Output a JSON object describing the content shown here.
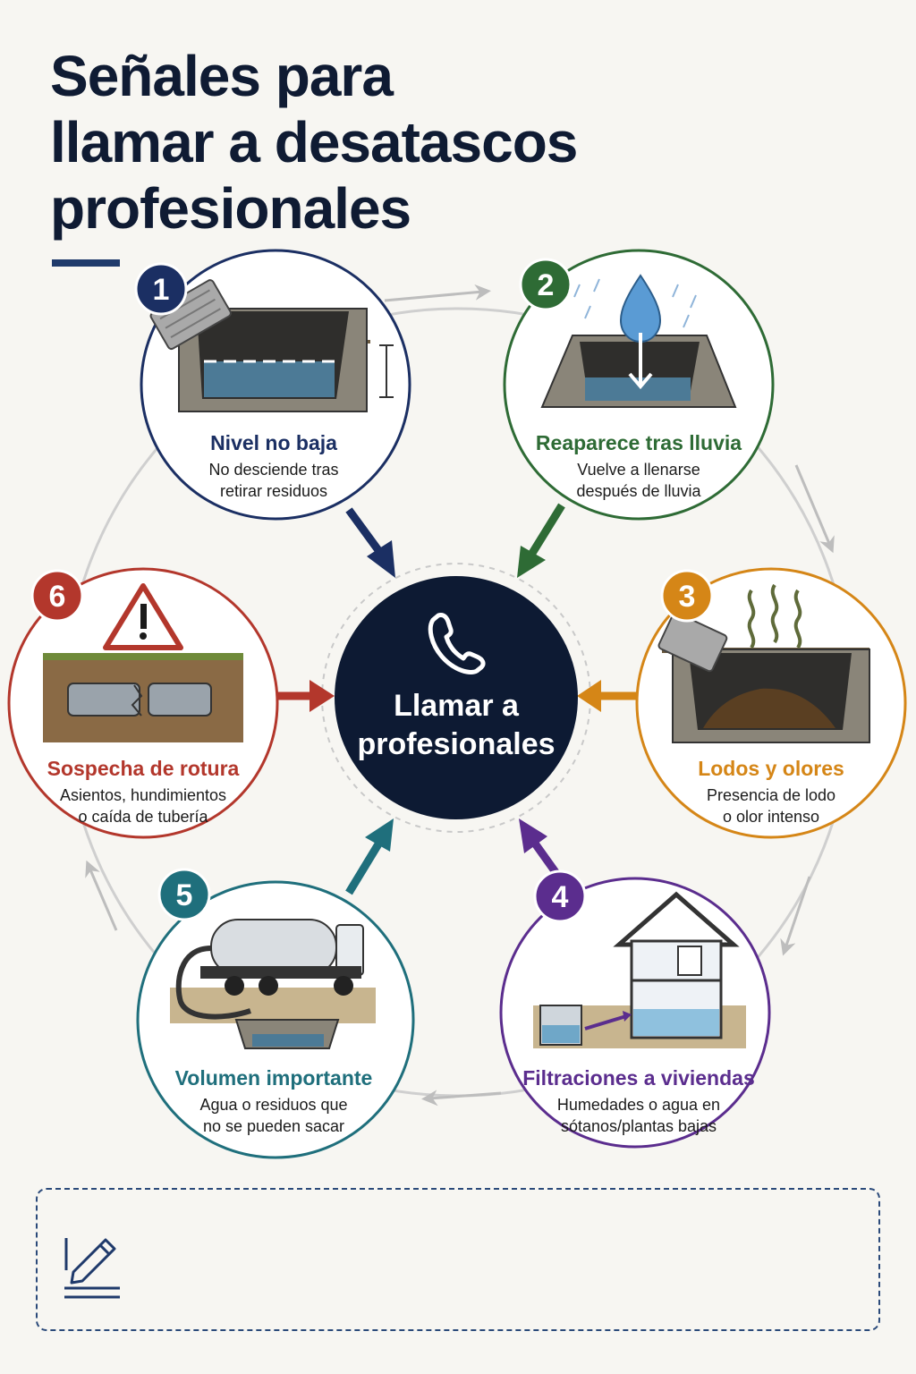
{
  "title": {
    "line1": "Señales para",
    "line2": "llamar a desatascos",
    "line3": "profesionales"
  },
  "center": {
    "line1": "Llamar a",
    "line2": "profesionales",
    "icon": "phone-icon",
    "color": "#0d1a33"
  },
  "signals": [
    {
      "number": "1",
      "title": "Nivel no baja",
      "desc1": "No desciende tras",
      "desc2": "retirar residuos",
      "color": "#1b2f63",
      "icon": "tank-level-icon"
    },
    {
      "number": "2",
      "title": "Reaparece tras lluvia",
      "desc1": "Vuelve a llenarse",
      "desc2": "después de lluvia",
      "color": "#2e6b35",
      "icon": "rain-drop-icon"
    },
    {
      "number": "3",
      "title": "Lodos y olores",
      "desc1": "Presencia de lodo",
      "desc2": "o olor intenso",
      "color": "#d58617",
      "icon": "sludge-odor-icon"
    },
    {
      "number": "4",
      "title": "Filtraciones a viviendas",
      "desc1": "Humedades o agua en",
      "desc2": "sótanos/plantas bajas",
      "color": "#5b2d8e",
      "icon": "house-leak-icon"
    },
    {
      "number": "5",
      "title": "Volumen importante",
      "desc1": "Agua o residuos que",
      "desc2": "no se pueden sacar",
      "color": "#1f6f7c",
      "icon": "vacuum-truck-icon"
    },
    {
      "number": "6",
      "title": "Sospecha de rotura",
      "desc1": "Asientos, hundimientos",
      "desc2": "o caída de tubería",
      "color": "#b3372c",
      "icon": "broken-pipe-icon"
    }
  ],
  "notes": {
    "icon": "pencil-notes-icon"
  }
}
